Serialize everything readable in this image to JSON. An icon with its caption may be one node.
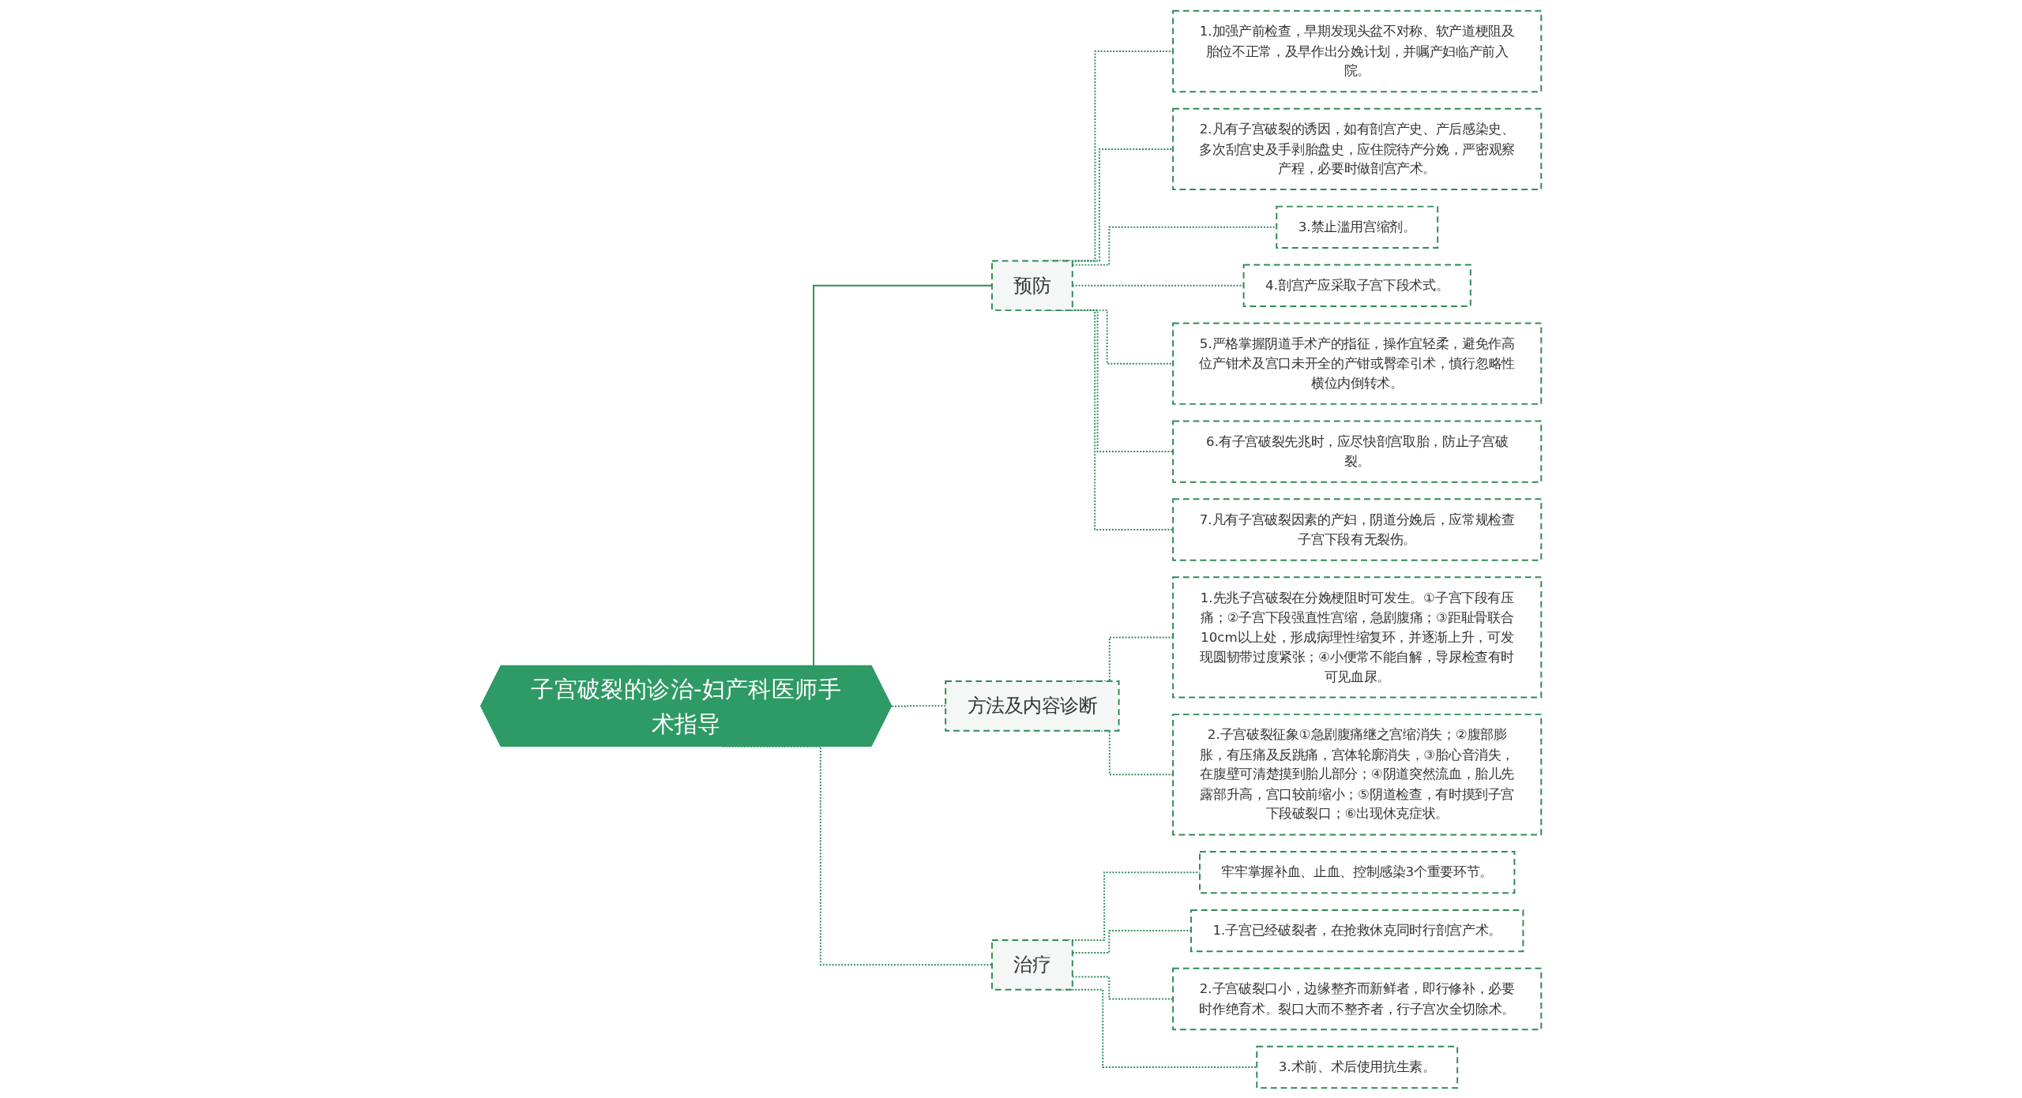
{
  "diagram": {
    "nodes": [
      {
        "text": [
          "子宫破裂的诊治-妇产科医师手术指导"
        ]
      },
      {
        "text": [
          "预防"
        ]
      },
      {
        "text": [
          "1.加强产前检查，早期发现头盆不对称、软产道梗阻及胎位不正常，及早作出分娩计划，并嘱产妇临产前入院。"
        ]
      },
      {
        "text": [
          "2.凡有子宫破裂的诱因，如有剖宫产史、产后感染史、多次刮宫史及手剥胎盘史，应住院待产分娩，严密观察产程，必要时做剖宫产术。"
        ]
      },
      {
        "text": [
          "3.禁止滥用宫缩剂。"
        ]
      },
      {
        "text": [
          "4.剖宫产应采取子宫下段术式。"
        ]
      },
      {
        "text": [
          "5.严格掌握阴道手术产的指征，操作宜轻柔，避免作高位产钳术及宫口未开全的产钳或臀牵引术，慎行忽略性横位内倒转术。"
        ]
      },
      {
        "text": [
          "6.有子宫破裂先兆时，应尽快剖宫取胎，防止子宫破裂。"
        ]
      },
      {
        "text": [
          "7.凡有子宫破裂因素的产妇，阴道分娩后，应常规检查子宫下段有无裂伤。"
        ]
      },
      {
        "text": [
          "方法及内容诊断"
        ]
      },
      {
        "text": [
          "1.先兆子宫破裂在分娩梗阻时可发生。①子宫下段有压痛；②子宫下段强直性宫缩，急剧腹痛；③距耻骨联合10cm以上处，形成病理性缩复环，并逐渐上升，可发现圆韧带过度紧张；④小便常不能自解，导尿检查有时可见血尿。"
        ]
      },
      {
        "text": [
          "2.子宫破裂征象①急剧腹痛继之宫缩消失；②腹部膨胀，有压痛及反跳痛，宫体轮廓消失，③胎心音消失，在腹壁可清楚摸到胎儿部分；④阴道突然流血，胎儿先露部升高，宫口较前缩小；⑤阴道检查，有时摸到子宫下段破裂口；⑥出现休克症状。"
        ]
      },
      {
        "text": [
          "治疗"
        ]
      },
      {
        "text": [
          "牢牢掌握补血、止血、控制感染3个重要环节。"
        ]
      },
      {
        "text": [
          "1.子宫已经破裂者，在抢救休克同时行剖宫产术。"
        ]
      },
      {
        "text": [
          "2.子宫破裂口小，边缘整齐而新鲜者，即行修补，必要时作绝育术。裂口大而不整齐者，行子宫次全切除术。"
        ]
      },
      {
        "text": [
          "3.术前、术后使用抗生素。"
        ]
      }
    ],
    "edges": [
      {
        "from": 0,
        "to": 1,
        "arrow": "none"
      },
      {
        "from": 1,
        "to": 2,
        "arrow": "none",
        "style": "dashed"
      },
      {
        "from": 1,
        "to": 3,
        "arrow": "none",
        "style": "dashed"
      },
      {
        "from": 1,
        "to": 4,
        "arrow": "none",
        "style": "dashed"
      },
      {
        "from": 1,
        "to": 5,
        "arrow": "none",
        "style": "dashed"
      },
      {
        "from": 1,
        "to": 6,
        "arrow": "none",
        "style": "dashed"
      },
      {
        "from": 1,
        "to": 7,
        "arrow": "none",
        "style": "dashed"
      },
      {
        "from": 1,
        "to": 8,
        "arrow": "none",
        "style": "dashed"
      },
      {
        "from": 0,
        "to": 9,
        "arrow": "none",
        "style": "dashed"
      },
      {
        "from": 9,
        "to": 10,
        "arrow": "none",
        "style": "dashed"
      },
      {
        "from": 9,
        "to": 11,
        "arrow": "none",
        "style": "dashed"
      },
      {
        "from": 0,
        "to": 12,
        "arrow": "none",
        "style": "dashed"
      },
      {
        "from": 12,
        "to": 13,
        "arrow": "none",
        "style": "dashed"
      },
      {
        "from": 12,
        "to": 14,
        "arrow": "none",
        "style": "dashed"
      },
      {
        "from": 12,
        "to": 15,
        "arrow": "none",
        "style": "dashed"
      },
      {
        "from": 12,
        "to": 16,
        "arrow": "none",
        "style": "dashed"
      }
    ]
  }
}
